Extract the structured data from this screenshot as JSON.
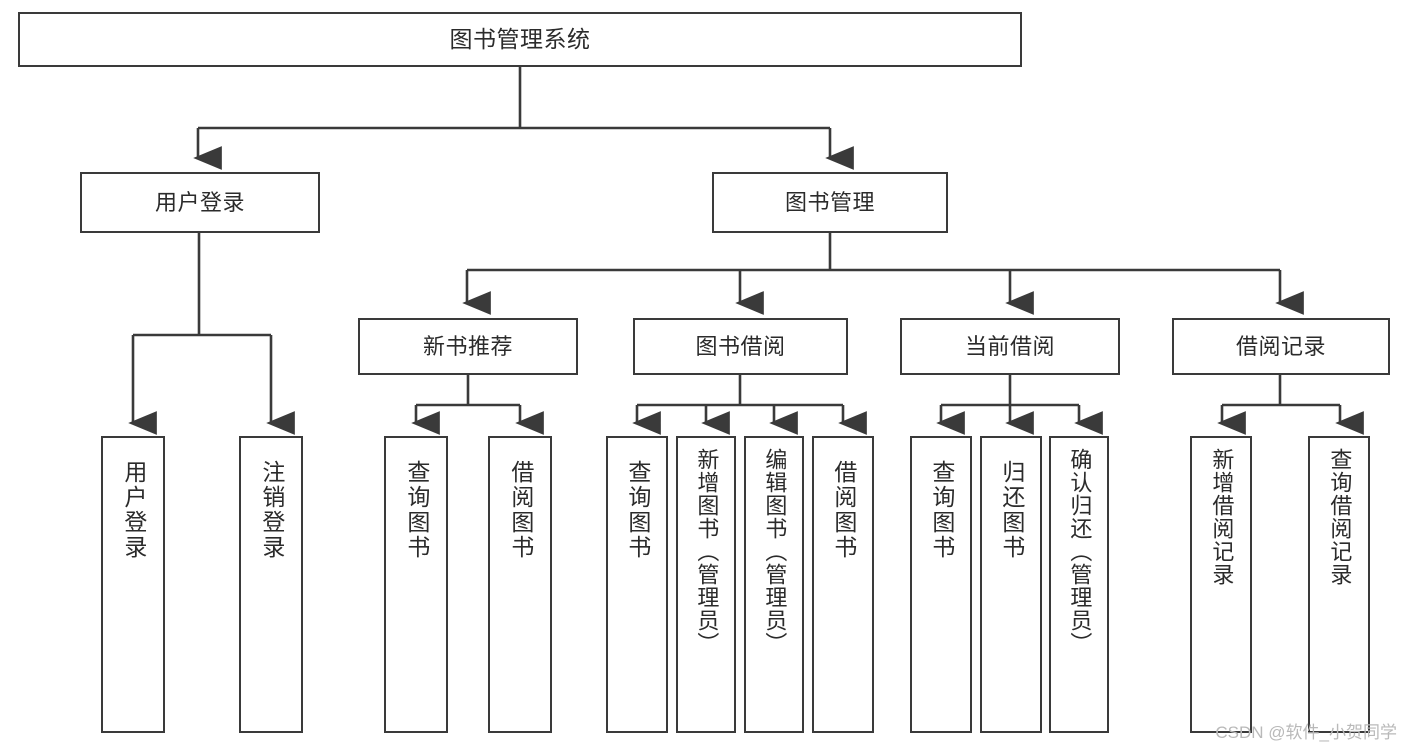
{
  "diagram": {
    "title": "图书管理系统",
    "type": "tree-hierarchy",
    "orientation": "top-down",
    "stroke_color": "#3a3a3a",
    "fill_color": "#ffffff",
    "text_color": "#2b2b2b"
  },
  "root": {
    "label": "图书管理系统"
  },
  "level2": [
    {
      "label": "用户登录"
    },
    {
      "label": "图书管理"
    }
  ],
  "level3": [
    {
      "label": "新书推荐"
    },
    {
      "label": "图书借阅"
    },
    {
      "label": "当前借阅"
    },
    {
      "label": "借阅记录"
    }
  ],
  "leaves": {
    "user_login": [
      {
        "label": "用户登录"
      },
      {
        "label": "注销登录"
      }
    ],
    "new_book_recommend": [
      {
        "label": "查询图书"
      },
      {
        "label": "借阅图书"
      }
    ],
    "book_borrow": [
      {
        "label": "查询图书"
      },
      {
        "label": "新增图书（管理员）"
      },
      {
        "label": "编辑图书（管理员）"
      },
      {
        "label": "借阅图书"
      }
    ],
    "current_borrow": [
      {
        "label": "查询图书"
      },
      {
        "label": "归还图书"
      },
      {
        "label": "确认归还（管理员）"
      }
    ],
    "borrow_record": [
      {
        "label": "新增借阅记录"
      },
      {
        "label": "查询借阅记录"
      }
    ]
  },
  "watermark": {
    "text": "CSDN @软件_小贺同学"
  }
}
